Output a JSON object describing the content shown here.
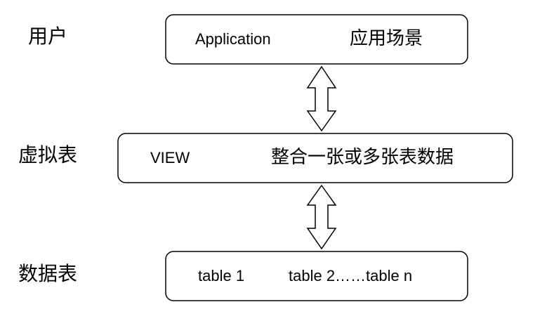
{
  "layers": [
    {
      "label": "用户",
      "left_text": "Application",
      "right_text": "应用场景"
    },
    {
      "label": "虚拟表",
      "left_text": "VIEW",
      "right_text": "整合一张或多张表数据"
    },
    {
      "label": "数据表",
      "left_text": "table 1",
      "right_text": "table 2……table n"
    }
  ],
  "connectors": [
    {
      "from": "用户",
      "to": "虚拟表",
      "direction": "bidirectional"
    },
    {
      "from": "虚拟表",
      "to": "数据表",
      "direction": "bidirectional"
    }
  ]
}
